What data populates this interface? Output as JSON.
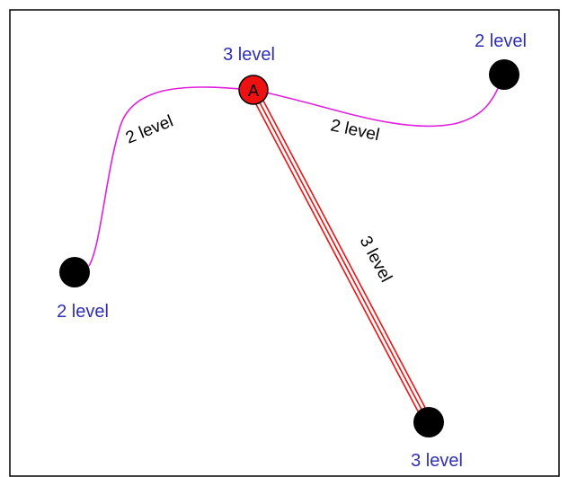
{
  "colors": {
    "background": "#ffffff",
    "frame": "#000000",
    "node_fill": "#000000",
    "center_fill": "#ee1111",
    "node_label": "#2f2fb5",
    "edge_level2": "#e020e0",
    "edge_level3": "#ee1111",
    "edge_label": "#000000"
  },
  "nodes": {
    "center": {
      "letter": "A",
      "label": "3 level"
    },
    "top_right": {
      "label": "2 level"
    },
    "left": {
      "label": "2 level"
    },
    "bottom": {
      "label": "3 level"
    }
  },
  "edges": {
    "center_to_left": {
      "label": "2 level",
      "style": "single-line"
    },
    "center_to_top_right": {
      "label": "2 level",
      "style": "single-line"
    },
    "center_to_bottom": {
      "label": "3 level",
      "style": "triple-line"
    }
  }
}
